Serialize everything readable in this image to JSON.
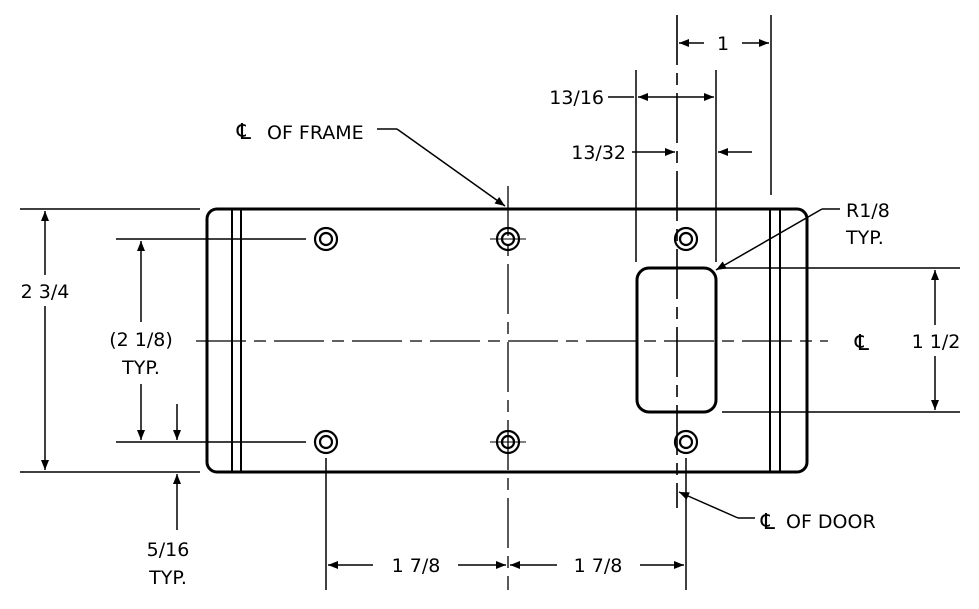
{
  "dimensions": {
    "width_overall": "1",
    "slot_width": "13/16",
    "slot_offset": "13/32",
    "frame_label": "OF FRAME",
    "corner_radius": "R1/8",
    "corner_typ": "TYP.",
    "height_overall": "2 3/4",
    "hole_spacing_vertical": "(2 1/8)",
    "hole_spacing_typ": "TYP.",
    "slot_height": "1 1/2",
    "edge_offset": "5/16",
    "edge_offset_typ": "TYP.",
    "door_label": "OF DOOR",
    "hole_spacing_left": "1 7/8",
    "hole_spacing_right": "1 7/8"
  },
  "symbols": {
    "centerline": "℄"
  }
}
